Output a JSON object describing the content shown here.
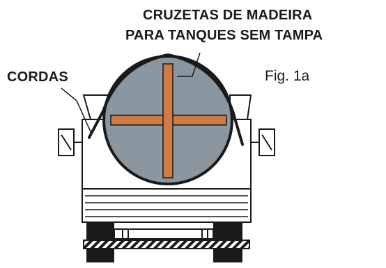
{
  "labels": {
    "title_line1": "CRUZETAS DE MADEIRA",
    "title_line2": "PARA TANQUES SEM TAMPA",
    "ropes": "CORDAS",
    "figure": "Fig. 1a"
  },
  "colors": {
    "tank": "#8a97a1",
    "wood": "#d07a47",
    "ink": "#1a1a1a",
    "background": "#ffffff"
  }
}
